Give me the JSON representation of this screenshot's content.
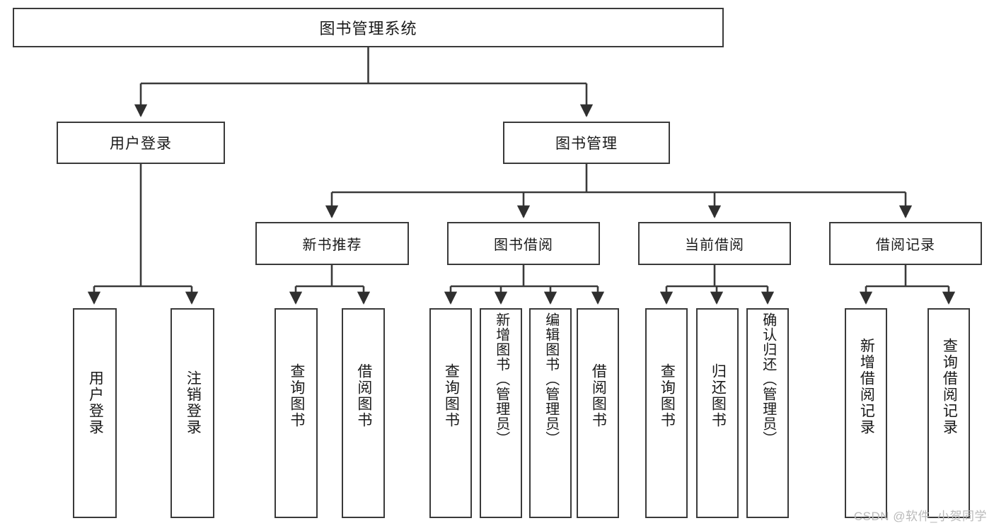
{
  "diagram": {
    "title_node": {
      "label": "图书管理系统"
    },
    "level2": [
      {
        "id": "user-login",
        "label": "用户登录"
      },
      {
        "id": "book-management",
        "label": "图书管理"
      }
    ],
    "level3": [
      {
        "id": "new-book-recommend",
        "label": "新书推荐"
      },
      {
        "id": "book-borrow",
        "label": "图书借阅"
      },
      {
        "id": "current-borrow",
        "label": "当前借阅"
      },
      {
        "id": "borrow-record",
        "label": "借阅记录"
      }
    ],
    "leaves": {
      "user_login": [
        {
          "id": "leaf-user-login",
          "label": "用户登录"
        },
        {
          "id": "leaf-logout-login",
          "label": "注销登录"
        }
      ],
      "new_book_recommend": [
        {
          "id": "leaf-query-book-1",
          "label": "查询图书"
        },
        {
          "id": "leaf-borrow-book-1",
          "label": "借阅图书"
        }
      ],
      "book_borrow": [
        {
          "id": "leaf-query-book-2",
          "label": "查询图书"
        },
        {
          "id": "leaf-add-book",
          "label": "新增图书（管理员）"
        },
        {
          "id": "leaf-edit-book",
          "label": "编辑图书（管理员）"
        },
        {
          "id": "leaf-borrow-book-2",
          "label": "借阅图书"
        }
      ],
      "current_borrow": [
        {
          "id": "leaf-query-book-3",
          "label": "查询图书"
        },
        {
          "id": "leaf-return-book",
          "label": "归还图书"
        },
        {
          "id": "leaf-confirm-return",
          "label": "确认归还（管理员）"
        }
      ],
      "borrow_record": [
        {
          "id": "leaf-add-record",
          "label": "新增借阅记录"
        },
        {
          "id": "leaf-query-record",
          "label": "查询借阅记录"
        }
      ]
    }
  },
  "watermark": {
    "text": "CSDN @软件_小贺同学"
  },
  "colors": {
    "stroke": "#3a3a3a",
    "background": "#ffffff",
    "text": "#1a1a1a",
    "watermark": "#b9b9b9"
  }
}
